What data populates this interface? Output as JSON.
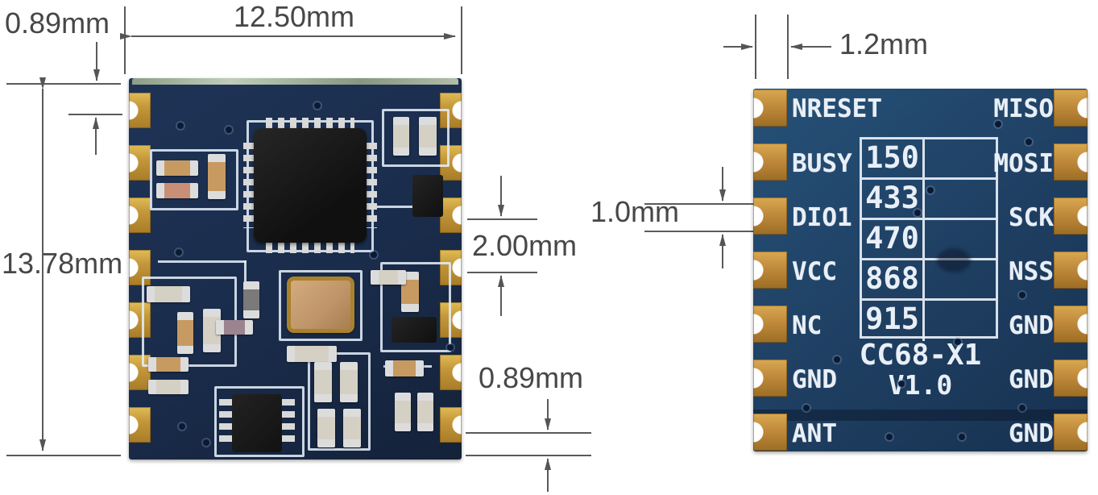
{
  "annotations": {
    "pad_top_margin": "0.89mm",
    "module_width": "12.50mm",
    "module_height": "13.78mm",
    "pad_pitch": "2.00mm",
    "pad_bottom_margin": "0.89mm",
    "pad_width": "1.2mm",
    "pad_height": "1.0mm"
  },
  "back_module": {
    "left_pins": [
      "NRESET",
      "BUSY",
      "DIO1",
      "VCC",
      "NC",
      "GND",
      "ANT"
    ],
    "right_pins": [
      "MISO",
      "MOSI",
      "SCK",
      "NSS",
      "GND",
      "GND",
      "GND"
    ],
    "frequencies": [
      "150",
      "433",
      "470",
      "868",
      "915"
    ],
    "model": "CC68-X1",
    "version": "V1.0"
  },
  "colors": {
    "pcb_front": "#1a2c4b",
    "pcb_back": "#1f4063",
    "pad_gold": "#c4973a",
    "silkscreen": "#e9eff7",
    "dimension_text": "#474747"
  }
}
